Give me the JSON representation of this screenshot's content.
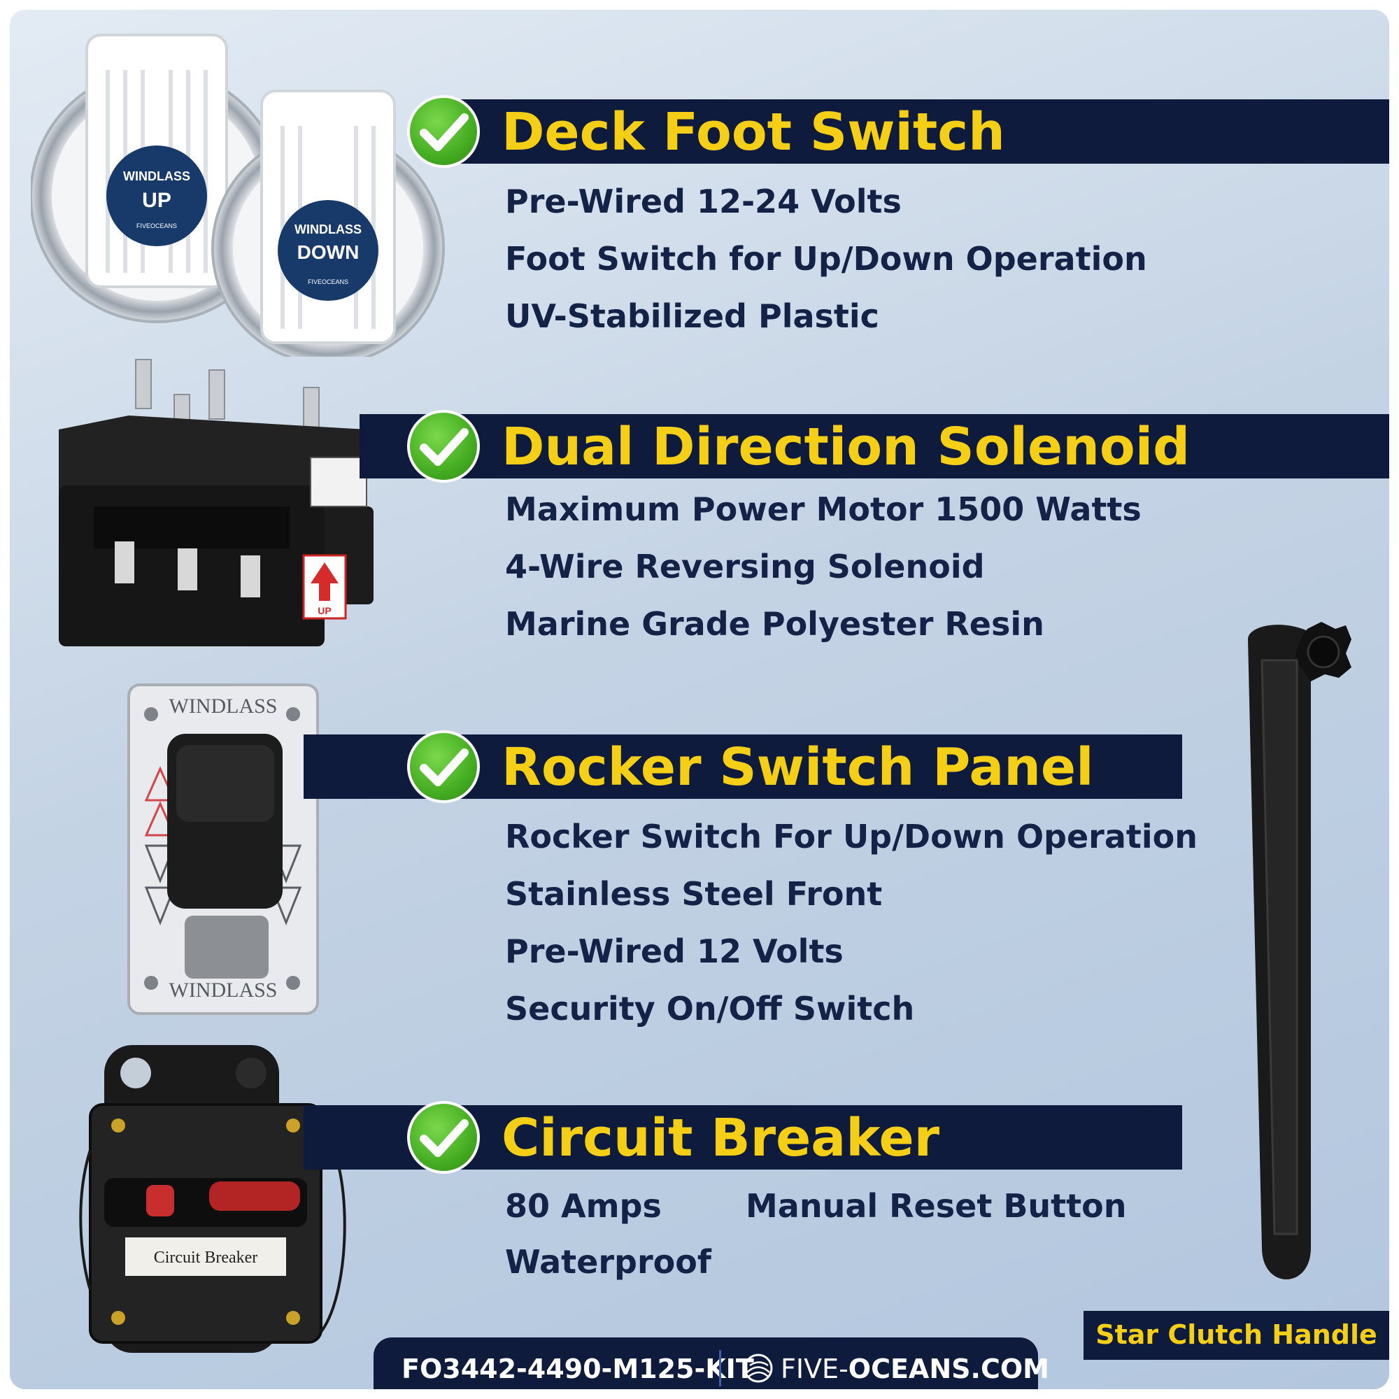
{
  "sections": [
    {
      "title": "Deck Foot Switch",
      "features": [
        "Pre-Wired  12-24 Volts",
        "Foot Switch for Up/Down Operation",
        "UV-Stabilized Plastic"
      ]
    },
    {
      "title": "Dual Direction Solenoid",
      "features": [
        "Maximum Power Motor 1500 Watts",
        "4-Wire Reversing Solenoid",
        "Marine Grade Polyester Resin"
      ]
    },
    {
      "title": "Rocker Switch Panel",
      "features": [
        "Rocker Switch For Up/Down Operation",
        "Stainless Steel Front",
        "Pre-Wired 12 Volts",
        "Security On/Off Switch"
      ]
    },
    {
      "title": "Circuit Breaker",
      "features": [
        "80 Amps",
        "Manual Reset Button",
        "Waterproof"
      ]
    }
  ],
  "product_labels": {
    "foot_switch_brand": "WINDLASS",
    "foot_switch_up": "UP",
    "foot_switch_down": "DOWN",
    "foot_switch_maker": "FIVEOCEANS",
    "solenoid_up": "UP",
    "panel_top": "WINDLASS",
    "panel_bottom": "WINDLASS",
    "breaker_label": "Circuit Breaker"
  },
  "handle_label": "Star Clutch Handle",
  "footer": {
    "sku": "FO3442-4490-M125-KIT",
    "site_prefix": "FIVE-",
    "site_main": "OCEANS.COM"
  },
  "colors": {
    "banner": "#0f1b3d",
    "title": "#f5cf16",
    "feature_text": "#142247",
    "check": "#45ad22"
  },
  "icons": [
    "check-circle-icon",
    "globe-icon"
  ]
}
